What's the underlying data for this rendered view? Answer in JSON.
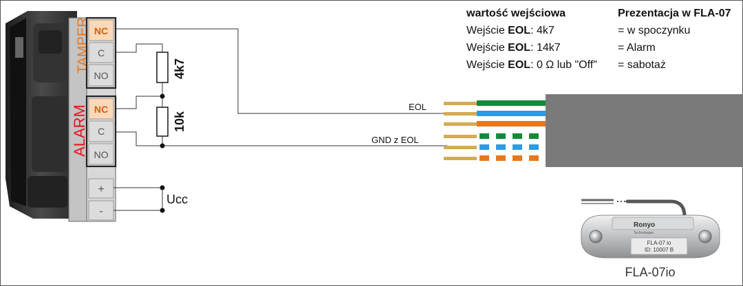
{
  "terminals": {
    "tamper_group": "TAMPER",
    "alarm_group": "ALARM",
    "tamper_nc": "NC",
    "tamper_c": "C",
    "tamper_no": "NO",
    "alarm_nc": "NC",
    "alarm_c": "C",
    "alarm_no": "NO",
    "plus": "+",
    "minus": "-"
  },
  "resistors": {
    "r1": "4k7",
    "r2": "10k"
  },
  "wires": {
    "eol": "EOL",
    "gnd": "GND z EOL",
    "ucc": "Ucc"
  },
  "table": {
    "col1_header": "wartość wejściowa",
    "col2_header": "Prezentacja w FLA-07",
    "rows": [
      {
        "prefix": "Wejście ",
        "bold": "EOL",
        "value": ":  4k7",
        "result": "= w spoczynku"
      },
      {
        "prefix": "Wejście ",
        "bold": "EOL",
        "value": ":  14k7",
        "result": "= Alarm"
      },
      {
        "prefix": "Wejście ",
        "bold": "EOL",
        "value": ":  0 Ω lub \"Off\"",
        "result": "= sabotaż"
      }
    ]
  },
  "device": {
    "brand": "Ronyo",
    "brand_sub": "Technologies",
    "model": "FLA-07 io",
    "id_text": "ID: 10007 B",
    "caption": "FLA-07io"
  },
  "colors": {
    "tamper": "#e8781e",
    "alarm": "#e8141e",
    "nc_fill": "#fbd9b8",
    "cable": "#7a7a7a",
    "wire_tip": "#d4aa55"
  }
}
